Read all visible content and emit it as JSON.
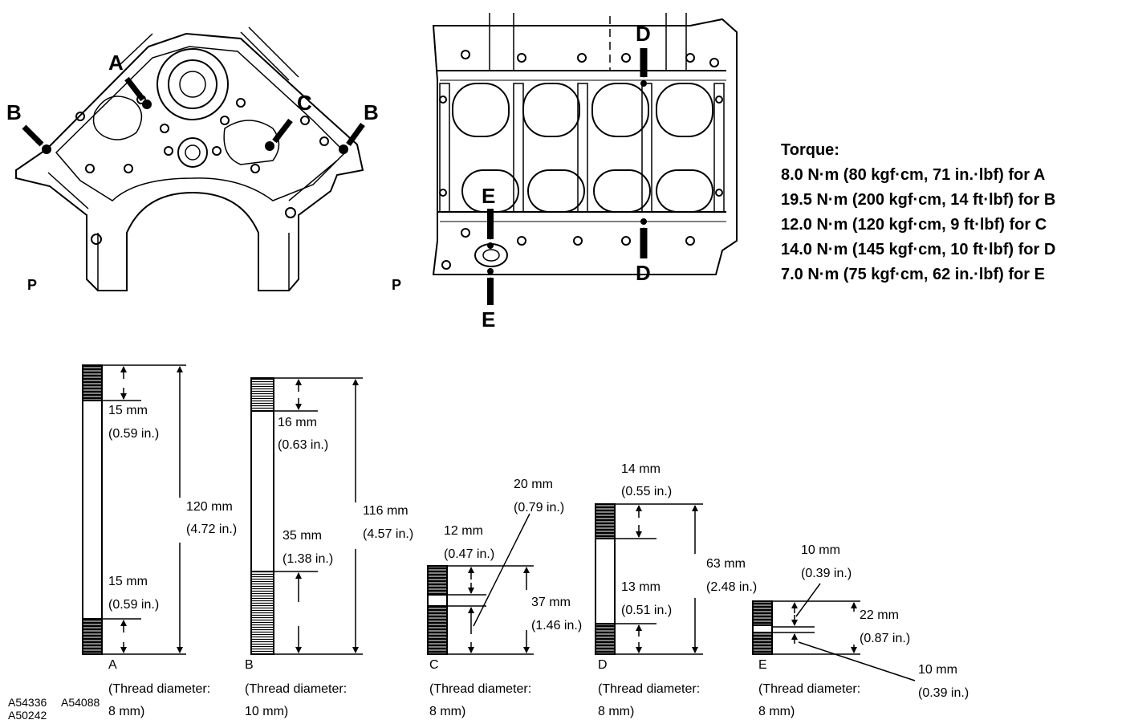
{
  "engine_views": {
    "left": {
      "callouts": [
        "A",
        "B",
        "B",
        "C"
      ],
      "front_mark": "P"
    },
    "right": {
      "callouts": [
        "D",
        "D",
        "E",
        "E"
      ],
      "front_mark": "P"
    }
  },
  "torque": {
    "heading": "Torque:",
    "specs": [
      "8.0 N·m (80 kgf·cm, 71 in.·lbf) for A",
      "19.5 N·m (200 kgf·cm, 14 ft·lbf) for B",
      "12.0 N·m (120 kgf·cm, 9 ft·lbf) for C",
      "14.0 N·m (145 kgf·cm, 10 ft·lbf) for D",
      "7.0 N·m (75 kgf·cm, 62 in.·lbf) for E"
    ]
  },
  "bolts": {
    "A": {
      "letter": "A",
      "top_thread": [
        "15 mm",
        "(0.59 in.)"
      ],
      "bottom_thread": [
        "15 mm",
        "(0.59 in.)"
      ],
      "overall": [
        "120 mm",
        "(4.72 in.)"
      ],
      "thread_diameter": [
        "(Thread diameter:",
        "8 mm)"
      ]
    },
    "B": {
      "letter": "B",
      "top_thread": [
        "16 mm",
        "(0.63 in.)"
      ],
      "bottom_thread": [
        "35 mm",
        "(1.38 in.)"
      ],
      "overall": [
        "116 mm",
        "(4.57 in.)"
      ],
      "thread_diameter": [
        "(Thread diameter:",
        "10 mm)"
      ]
    },
    "C": {
      "letter": "C",
      "top_thread": [
        "12 mm",
        "(0.47 in.)"
      ],
      "shoulder": [
        "20 mm",
        "(0.79 in.)"
      ],
      "overall": [
        "37 mm",
        "(1.46 in.)"
      ],
      "thread_diameter": [
        "(Thread diameter:",
        "8 mm)"
      ]
    },
    "D": {
      "letter": "D",
      "top_thread": [
        "14 mm",
        "(0.55 in.)"
      ],
      "bottom_thread": [
        "13 mm",
        "(0.51 in.)"
      ],
      "overall": [
        "63 mm",
        "(2.48 in.)"
      ],
      "thread_diameter": [
        "(Thread diameter:",
        "8 mm)"
      ]
    },
    "E": {
      "letter": "E",
      "top_thread": [
        "10 mm",
        "(0.39 in.)"
      ],
      "shoulder": [
        "10 mm",
        "(0.39 in.)"
      ],
      "overall": [
        "22 mm",
        "(0.87 in.)"
      ],
      "thread_diameter": [
        "(Thread diameter:",
        "8 mm)"
      ]
    }
  },
  "figure_codes": [
    "A54336",
    "A54088",
    "A50242"
  ]
}
